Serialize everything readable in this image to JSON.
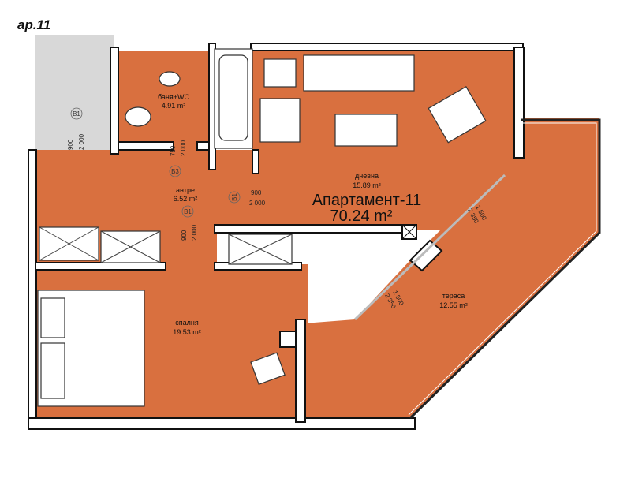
{
  "apartment_code": "ар.11",
  "apartment": {
    "name": "Апартамент-11",
    "area": "70.24 m²"
  },
  "rooms": [
    {
      "name": "баня+WC",
      "area": "4.91 m²"
    },
    {
      "name": "антре",
      "area": "6.52 m²"
    },
    {
      "name": "дневна",
      "area": "15.89 m²"
    },
    {
      "name": "спалня",
      "area": "19.53 m²"
    },
    {
      "name": "тераса",
      "area": "12.55 m²"
    }
  ],
  "doors": [
    {
      "tag": "B1",
      "width": "900",
      "height": "2 000"
    },
    {
      "tag": "B3",
      "width": "750",
      "height": "2 000"
    },
    {
      "tag": "B1",
      "width": "900",
      "height": "2 000"
    },
    {
      "tag": "B1",
      "width": "900",
      "height": "2 000"
    }
  ],
  "windows": [
    {
      "width": "1 500",
      "height": "2 350"
    },
    {
      "width": "1 500",
      "height": "2 350"
    }
  ],
  "colors": {
    "room_fill": "#d9703f",
    "common_area": "#d8d8d8"
  }
}
